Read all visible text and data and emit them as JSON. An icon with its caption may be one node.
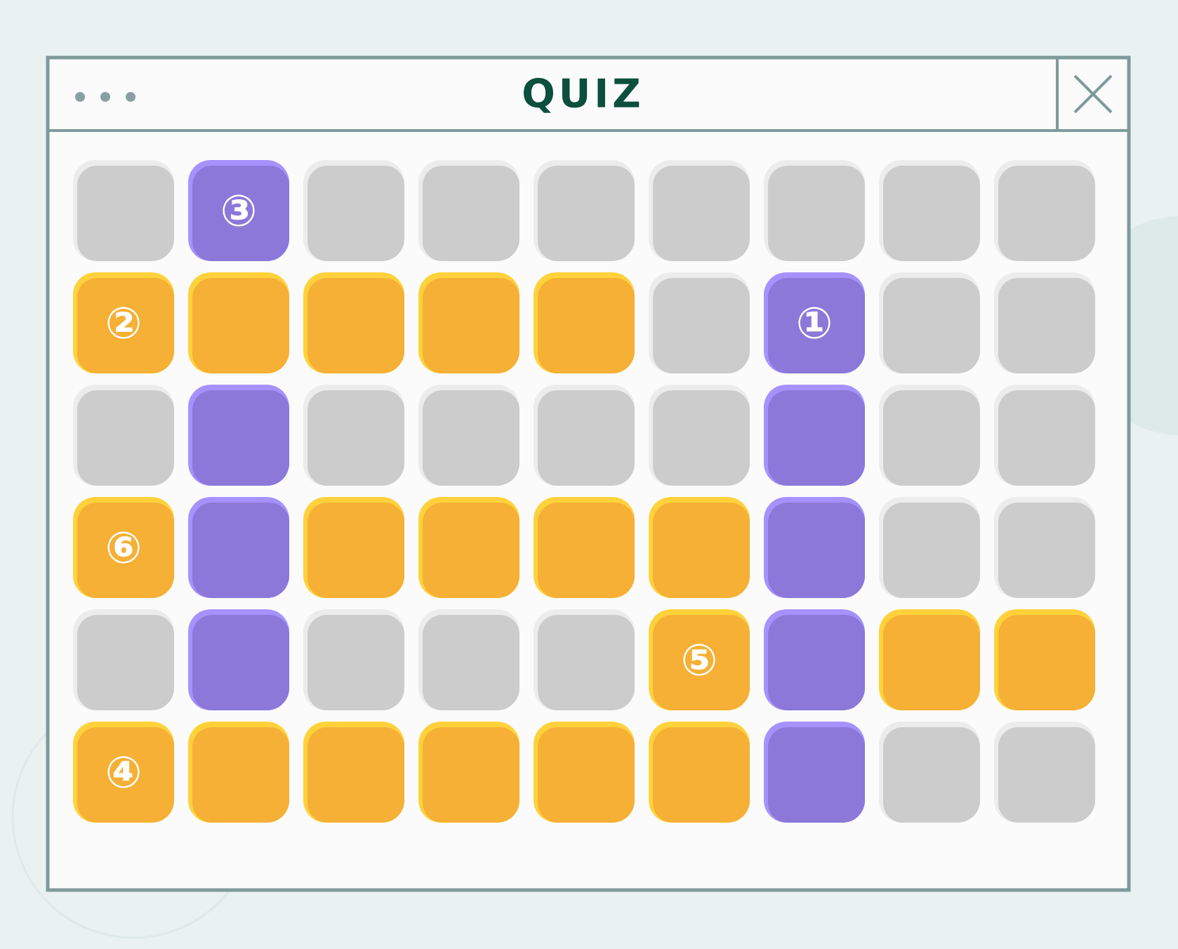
{
  "diagram": {
    "nodes": [
      {
        "text": [
          "QUIZ"
        ]
      },
      {
        "text": [],
        "shape": "box",
        "in": 0
      },
      {
        "text": [
          "③"
        ],
        "in": 0
      },
      {
        "text": [],
        "shape": "box",
        "in": 0
      },
      {
        "text": [],
        "shape": "box",
        "in": 0
      },
      {
        "text": [],
        "shape": "box",
        "in": 0
      },
      {
        "text": [],
        "shape": "box",
        "in": 0
      },
      {
        "text": [],
        "shape": "box",
        "in": 0
      },
      {
        "text": [],
        "shape": "box",
        "in": 0
      },
      {
        "text": [],
        "shape": "box",
        "in": 0
      },
      {
        "text": [
          "②"
        ],
        "in": 0
      },
      {
        "text": [],
        "shape": "box",
        "in": 0
      },
      {
        "text": [],
        "shape": "box",
        "in": 0
      },
      {
        "text": [],
        "shape": "box",
        "in": 0
      },
      {
        "text": [],
        "shape": "box",
        "in": 0
      },
      {
        "text": [],
        "shape": "box",
        "in": 0
      },
      {
        "text": [
          "①"
        ],
        "in": 0
      },
      {
        "text": [],
        "shape": "box",
        "in": 0
      },
      {
        "text": [],
        "shape": "box",
        "in": 0
      },
      {
        "text": [],
        "shape": "box",
        "in": 0
      },
      {
        "text": [],
        "shape": "box",
        "in": 0
      },
      {
        "text": [],
        "shape": "box",
        "in": 0
      },
      {
        "text": [],
        "shape": "box",
        "in": 0
      },
      {
        "text": [],
        "shape": "box",
        "in": 0
      },
      {
        "text": [],
        "shape": "box",
        "in": 0
      },
      {
        "text": [],
        "shape": "box",
        "in": 0
      },
      {
        "text": [],
        "shape": "box",
        "in": 0
      },
      {
        "text": [],
        "shape": "box",
        "in": 0
      },
      {
        "text": [
          "⑥"
        ],
        "in": 0
      },
      {
        "text": [],
        "shape": "box",
        "in": 0
      },
      {
        "text": [],
        "shape": "box",
        "in": 0
      },
      {
        "text": [],
        "shape": "box",
        "in": 0
      },
      {
        "text": [],
        "shape": "box",
        "in": 0
      },
      {
        "text": [],
        "shape": "box",
        "in": 0
      },
      {
        "text": [],
        "shape": "box",
        "in": 0
      },
      {
        "text": [],
        "shape": "box",
        "in": 0
      },
      {
        "text": [],
        "shape": "box",
        "in": 0
      },
      {
        "text": [],
        "shape": "box",
        "in": 0
      },
      {
        "text": [],
        "shape": "box",
        "in": 0
      },
      {
        "text": [],
        "shape": "box",
        "in": 0
      },
      {
        "text": [],
        "shape": "box",
        "in": 0
      },
      {
        "text": [],
        "shape": "box",
        "in": 0
      },
      {
        "text": [
          "⑤"
        ],
        "in": 0
      },
      {
        "text": [],
        "shape": "box",
        "in": 0
      },
      {
        "text": [],
        "shape": "box",
        "in": 0
      },
      {
        "text": [],
        "shape": "box",
        "in": 0
      },
      {
        "text": [
          "④"
        ],
        "in": 0
      },
      {
        "text": [],
        "shape": "box",
        "in": 0
      },
      {
        "text": [],
        "shape": "box",
        "in": 0
      },
      {
        "text": [],
        "shape": "box",
        "in": 0
      },
      {
        "text": [],
        "shape": "box",
        "in": 0
      },
      {
        "text": [],
        "shape": "box",
        "in": 0
      },
      {
        "text": [],
        "shape": "box",
        "in": 0
      },
      {
        "text": [],
        "shape": "box",
        "in": 0
      },
      {
        "text": [],
        "shape": "box",
        "in": 0
      }
    ]
  }
}
